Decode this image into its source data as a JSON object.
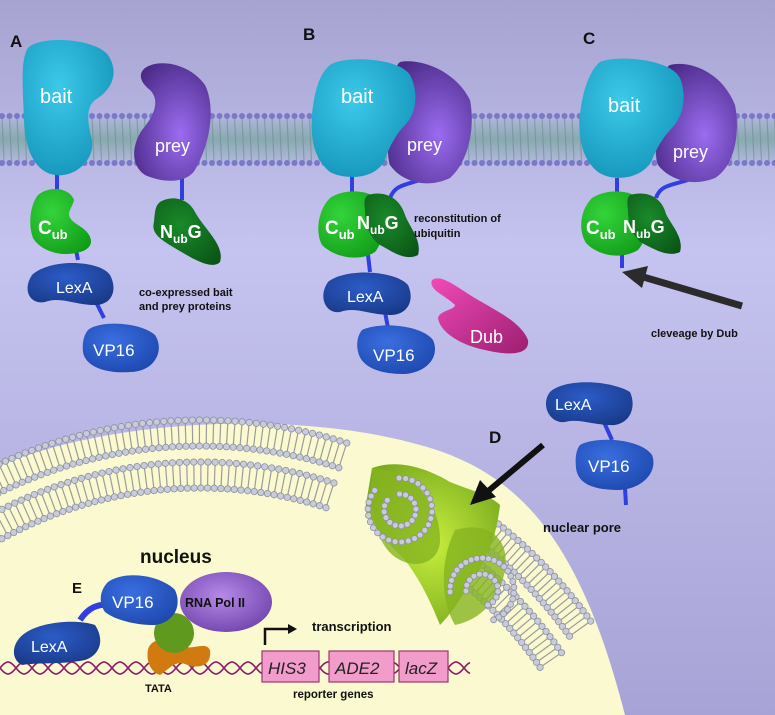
{
  "panels": {
    "A": {
      "letter": "A",
      "bait": "bait",
      "prey": "prey",
      "cub": {
        "main": "C",
        "sub": "ub"
      },
      "nubg": {
        "main": "N",
        "sub": "ub",
        "tail": "G"
      },
      "lexa": "LexA",
      "vp16": "VP16",
      "caption_line1": "co-expressed bait",
      "caption_line2": "and prey proteins"
    },
    "B": {
      "letter": "B",
      "bait": "bait",
      "prey": "prey",
      "cub": {
        "main": "C",
        "sub": "ub"
      },
      "nubg": {
        "main": "N",
        "sub": "ub",
        "tail": "G"
      },
      "lexa": "LexA",
      "vp16": "VP16",
      "dub": "Dub",
      "caption_line1": "reconstitution of",
      "caption_line2": "ubiquitin"
    },
    "C": {
      "letter": "C",
      "bait": "bait",
      "prey": "prey",
      "cub": {
        "main": "C",
        "sub": "ub"
      },
      "nubg": {
        "main": "N",
        "sub": "ub",
        "tail": "G"
      },
      "caption": "cleveage by Dub"
    },
    "D": {
      "letter": "D",
      "lexa": "LexA",
      "vp16": "VP16",
      "caption": "nuclear pore"
    },
    "E": {
      "letter": "E",
      "nucleus_label": "nucleus",
      "lexa": "LexA",
      "vp16": "VP16",
      "rna_pol": "RNA Pol II",
      "tata": "TATA",
      "transcription": "transcription",
      "reporter_genes": [
        "HIS3",
        "ADE2",
        "lacZ"
      ],
      "reporter_caption": "reporter genes"
    }
  },
  "colors": {
    "background_top": "#a9a6d4",
    "background_bottom": "#c6c4f0",
    "bait": "#1fb6d8",
    "prey": "#6a3fb0",
    "cub": "#17b21f",
    "nubg": "#0d6b1c",
    "lexa": "#1a3f9c",
    "vp16": "#2453c4",
    "linker": "#2f3fe0",
    "dub": "#cc2c93",
    "nucleus": "#fbf9cf",
    "pore": "#93c42a",
    "rna_pol": "#8e5cc4",
    "reporter_box": "#f29ccc",
    "dna": "#8b1c6a"
  }
}
